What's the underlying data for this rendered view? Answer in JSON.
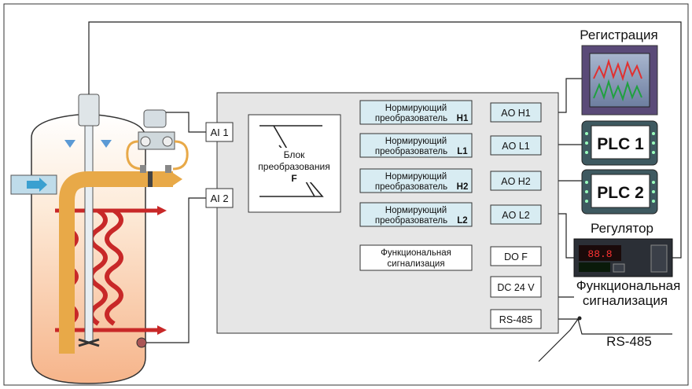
{
  "inputs": {
    "ai1": "AI 1",
    "ai2": "AI 2"
  },
  "converter": {
    "line1": "Блок",
    "line2": "преобразования",
    "line3": "F"
  },
  "normalizers": [
    {
      "text": "Нормирующий",
      "text2": "преобразователь",
      "suffix": "H1"
    },
    {
      "text": "Нормирующий",
      "text2": "преобразователь",
      "suffix": "L1"
    },
    {
      "text": "Нормирующий",
      "text2": "преобразователь",
      "suffix": "H2"
    },
    {
      "text": "Нормирующий",
      "text2": "преобразователь",
      "suffix": "L2"
    }
  ],
  "outputs": {
    "aoh1": "AO H1",
    "aol1": "AO L1",
    "aoh2": "AO H2",
    "aol2": "AO L2",
    "dof": "DO F",
    "dc": "DC 24 V",
    "rs": "RS-485"
  },
  "alarm_block": {
    "line1": "Функциональная",
    "line2": "сигнализация"
  },
  "devices": {
    "registration": "Регистрация",
    "plc1": "PLC 1",
    "plc2": "PLC 2",
    "regulator": "Регулятор",
    "alarm_line1": "Функциональная",
    "alarm_line2": "сигнализация",
    "rs485": "RS-485"
  },
  "colors": {
    "panel": "#e6e6e6",
    "module": "#d8ecf2",
    "line": "#222222",
    "heater": "#c82828",
    "pipe": "#e8a948",
    "tank": "#fde4c9"
  }
}
